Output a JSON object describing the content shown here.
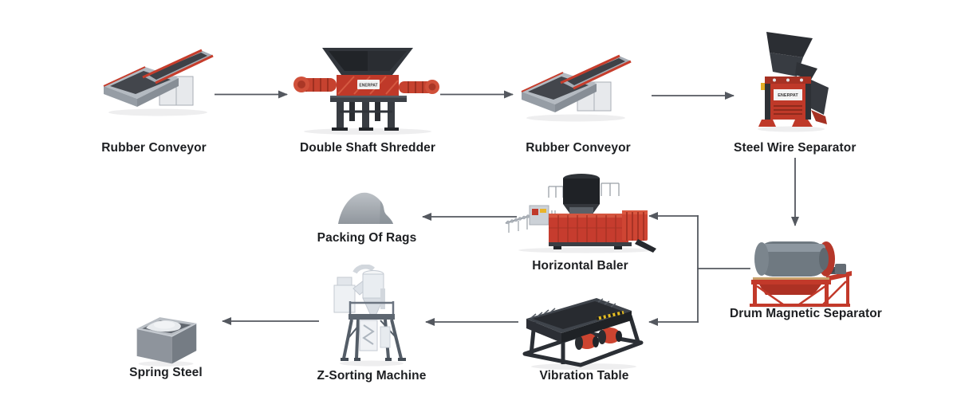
{
  "canvas": {
    "background": "#ffffff"
  },
  "diagram": {
    "brand": "ENERPAT",
    "colors": {
      "arrow": "#54585f",
      "label_text": "#1d1f22",
      "machine_red": "#c2392a",
      "machine_charcoal": "#33373d",
      "machine_gray": "#9aa1a9",
      "drum_gray": "#6f7981",
      "hazard_yellow": "#e5bd22"
    },
    "nodes": [
      {
        "id": "rubber-conveyor-1",
        "label": "Rubber Conveyor"
      },
      {
        "id": "double-shaft-shredder",
        "label": "Double Shaft Shredder"
      },
      {
        "id": "rubber-conveyor-2",
        "label": "Rubber Conveyor"
      },
      {
        "id": "steel-wire-separator",
        "label": "Steel Wire Separator"
      },
      {
        "id": "drum-magnetic-separator",
        "label": "Drum Magnetic Separator"
      },
      {
        "id": "horizontal-baler",
        "label": "Horizontal Baler"
      },
      {
        "id": "packing-of-rags",
        "label": "Packing Of Rags"
      },
      {
        "id": "vibration-table",
        "label": "Vibration Table"
      },
      {
        "id": "z-sorting-machine",
        "label": "Z-Sorting Machine"
      },
      {
        "id": "spring-steel",
        "label": "Spring Steel"
      }
    ],
    "flows": [
      {
        "from": "Rubber Conveyor",
        "to": "Double Shaft Shredder"
      },
      {
        "from": "Double Shaft Shredder",
        "to": "Rubber Conveyor"
      },
      {
        "from": "Rubber Conveyor",
        "to": "Steel Wire Separator"
      },
      {
        "from": "Steel Wire Separator",
        "to": "Drum Magnetic Separator"
      },
      {
        "from": "Drum Magnetic Separator",
        "to": "Horizontal Baler"
      },
      {
        "from": "Horizontal Baler",
        "to": "Packing Of Rags"
      },
      {
        "from": "Drum Magnetic Separator",
        "to": "Vibration Table"
      },
      {
        "from": "Vibration Table",
        "to": "Z-Sorting Machine"
      },
      {
        "from": "Z-Sorting Machine",
        "to": "Spring Steel"
      }
    ]
  }
}
